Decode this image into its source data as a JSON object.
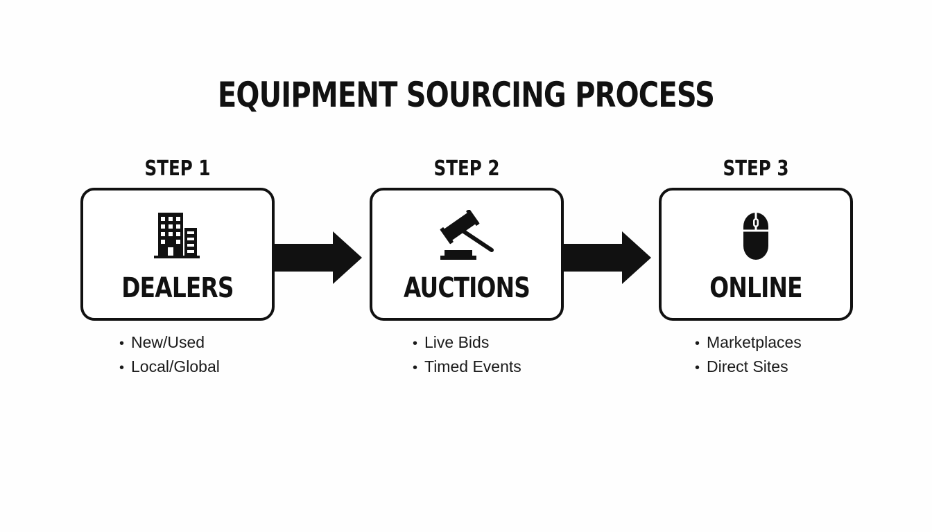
{
  "title": "EQUIPMENT SOURCING PROCESS",
  "steps": [
    {
      "step_label": "STEP 1",
      "name": "DEALERS",
      "icon": "office-building-icon",
      "bullets": [
        "New/Used",
        "Local/Global"
      ]
    },
    {
      "step_label": "STEP 2",
      "name": "AUCTIONS",
      "icon": "gavel-icon",
      "bullets": [
        "Live Bids",
        "Timed Events"
      ]
    },
    {
      "step_label": "STEP 3",
      "name": "ONLINE",
      "icon": "computer-mouse-icon",
      "bullets": [
        "Marketplaces",
        "Direct Sites"
      ]
    }
  ],
  "colors": {
    "ink": "#111111",
    "background": "#fefefe"
  }
}
